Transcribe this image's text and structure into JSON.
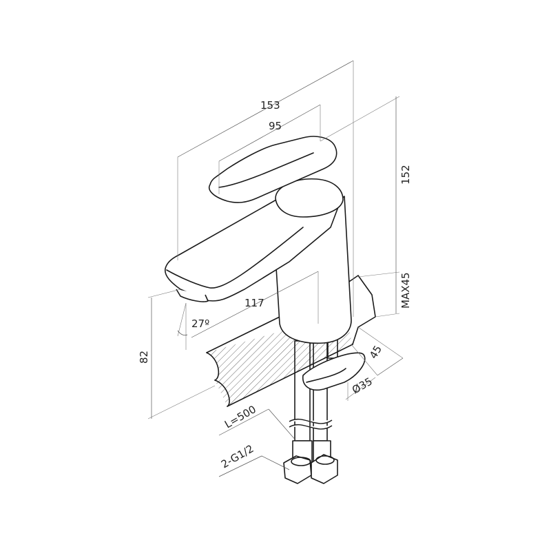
{
  "dimensions": {
    "overall_length": "153",
    "handle_length": "95",
    "height": "152",
    "spout_reach": "117",
    "spout_angle": "27º",
    "spout_height": "82",
    "deck_thickness": "MAX45",
    "base_depth": "45",
    "hole_diameter": "Ø35",
    "hose_length": "L=500",
    "connection": "2-G1/2"
  },
  "colors": {
    "line": "#1a1a1a",
    "hatch": "#444444",
    "dim_line": "#555555"
  }
}
